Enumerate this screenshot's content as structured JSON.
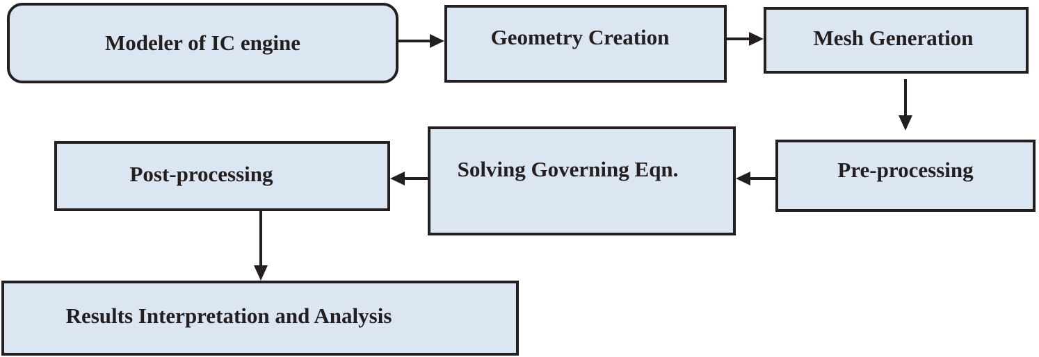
{
  "diagram": {
    "nodes": [
      {
        "id": "modeler",
        "label": "Modeler of IC engine"
      },
      {
        "id": "geometry",
        "label": "Geometry Creation"
      },
      {
        "id": "mesh",
        "label": "Mesh Generation"
      },
      {
        "id": "preprocessing",
        "label": "Pre-processing"
      },
      {
        "id": "solving",
        "label": "Solving Governing Eqn."
      },
      {
        "id": "postprocessing",
        "label": "Post-processing"
      },
      {
        "id": "results",
        "label": "Results Interpretation and Analysis"
      }
    ],
    "edges": [
      {
        "from": "modeler",
        "to": "geometry"
      },
      {
        "from": "geometry",
        "to": "mesh"
      },
      {
        "from": "mesh",
        "to": "preprocessing"
      },
      {
        "from": "preprocessing",
        "to": "solving"
      },
      {
        "from": "solving",
        "to": "postprocessing"
      },
      {
        "from": "postprocessing",
        "to": "results"
      }
    ],
    "colors": {
      "box_fill": "#dce6f2",
      "stroke": "#231f20",
      "text": "#231f20"
    }
  }
}
